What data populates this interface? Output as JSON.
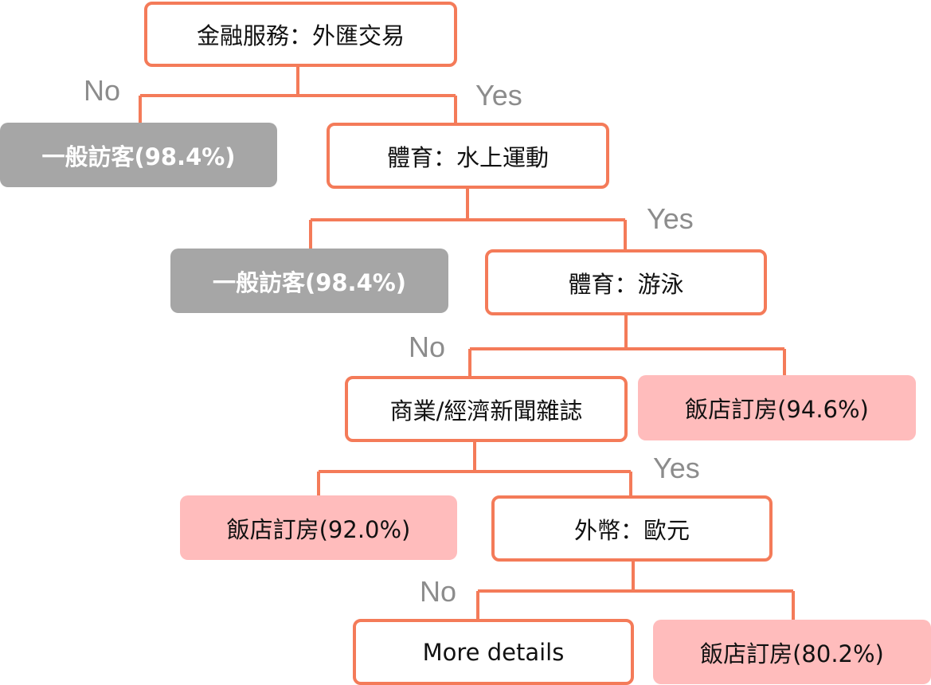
{
  "nodes": {
    "root": "金融服務：外匯交易",
    "n1_no_leaf": "一般訪客(98.4%)",
    "n1_yes": "體育：水上運動",
    "n2_no_leaf": "一般訪客(98.4%)",
    "n2_yes": "體育：游泳",
    "n3_no": "商業/經濟新聞雜誌",
    "n3_yes_leaf": "飯店訂房(94.6%)",
    "n4_no_leaf": "飯店訂房(92.0%)",
    "n4_yes": "外幣：歐元",
    "n5_no": "More details",
    "n5_yes_leaf": "飯店訂房(80.2%)"
  },
  "labels": {
    "no": "No",
    "yes": "Yes"
  },
  "colors": {
    "decision_border": "#f47b59",
    "connector": "#f47b59",
    "leaf_gray": "#a6a6a6",
    "leaf_pink": "#ffbcbc",
    "edge_label": "#8c8c8c"
  }
}
